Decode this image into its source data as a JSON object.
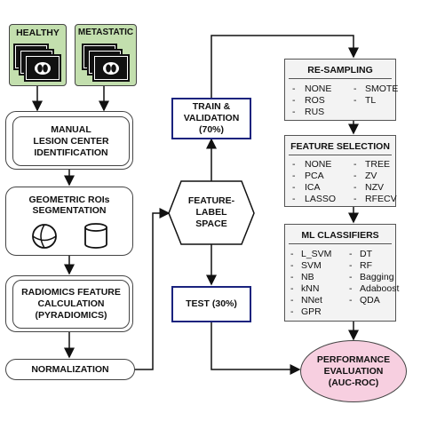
{
  "inputs": {
    "healthy_label": "HEALTHY",
    "metastatic_label": "METASTATIC"
  },
  "pipeline": {
    "manual": "MANUAL\nLESION CENTER\nIDENTIFICATION",
    "geometric": "GEOMETRIC ROIs\nSEGMENTATION",
    "radiomics": "RADIOMICS FEATURE\nCALCULATION\n(PYRADIOMICS)",
    "normalization": "NORMALIZATION"
  },
  "middle": {
    "feature_space": "FEATURE-\nLABEL\nSPACE",
    "train": "TRAIN &\nVALIDATION\n(70%)",
    "test": "TEST (30%)"
  },
  "resampling": {
    "title": "RE-SAMPLING",
    "items": [
      "NONE",
      "ROS",
      "RUS",
      "SMOTE",
      "TL"
    ]
  },
  "feature_selection": {
    "title": "FEATURE SELECTION",
    "items": [
      "NONE",
      "PCA",
      "ICA",
      "LASSO",
      "TREE",
      "ZV",
      "NZV",
      "RFECV"
    ]
  },
  "ml_classifiers": {
    "title": "ML CLASSIFIERS",
    "items": [
      "L_SVM",
      "SVM",
      "NB",
      "kNN",
      "NNet",
      "GPR",
      "DT",
      "RF",
      "Bagging",
      "Adaboost",
      "QDA"
    ]
  },
  "performance": "PERFORMANCE\nEVALUATION\n(AUC-ROC)",
  "colors": {
    "green": "#c3dfae",
    "blue_border": "#1a237e",
    "pink": "#f7cfe0",
    "gray_box": "#f3f3f3"
  }
}
